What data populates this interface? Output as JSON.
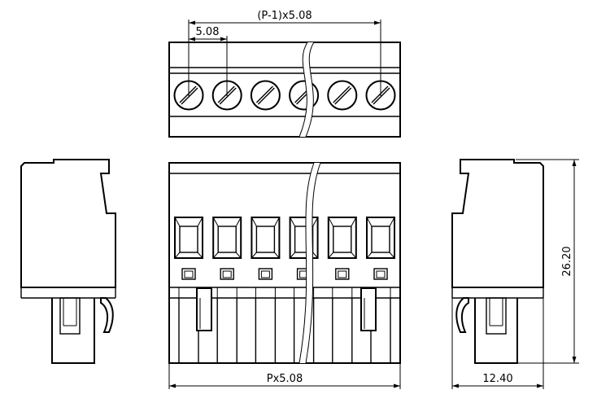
{
  "dimensions": {
    "pitch_total": "(P-1)x5.08",
    "pitch": "5.08",
    "overall_width": "Px5.08",
    "depth": "12.40",
    "height": "26.20"
  },
  "diagram": {
    "top_view": {
      "screw_count": 6
    },
    "front_view": {
      "contact_count": 6
    }
  },
  "colors": {
    "line": "#000000",
    "background": "#ffffff"
  }
}
